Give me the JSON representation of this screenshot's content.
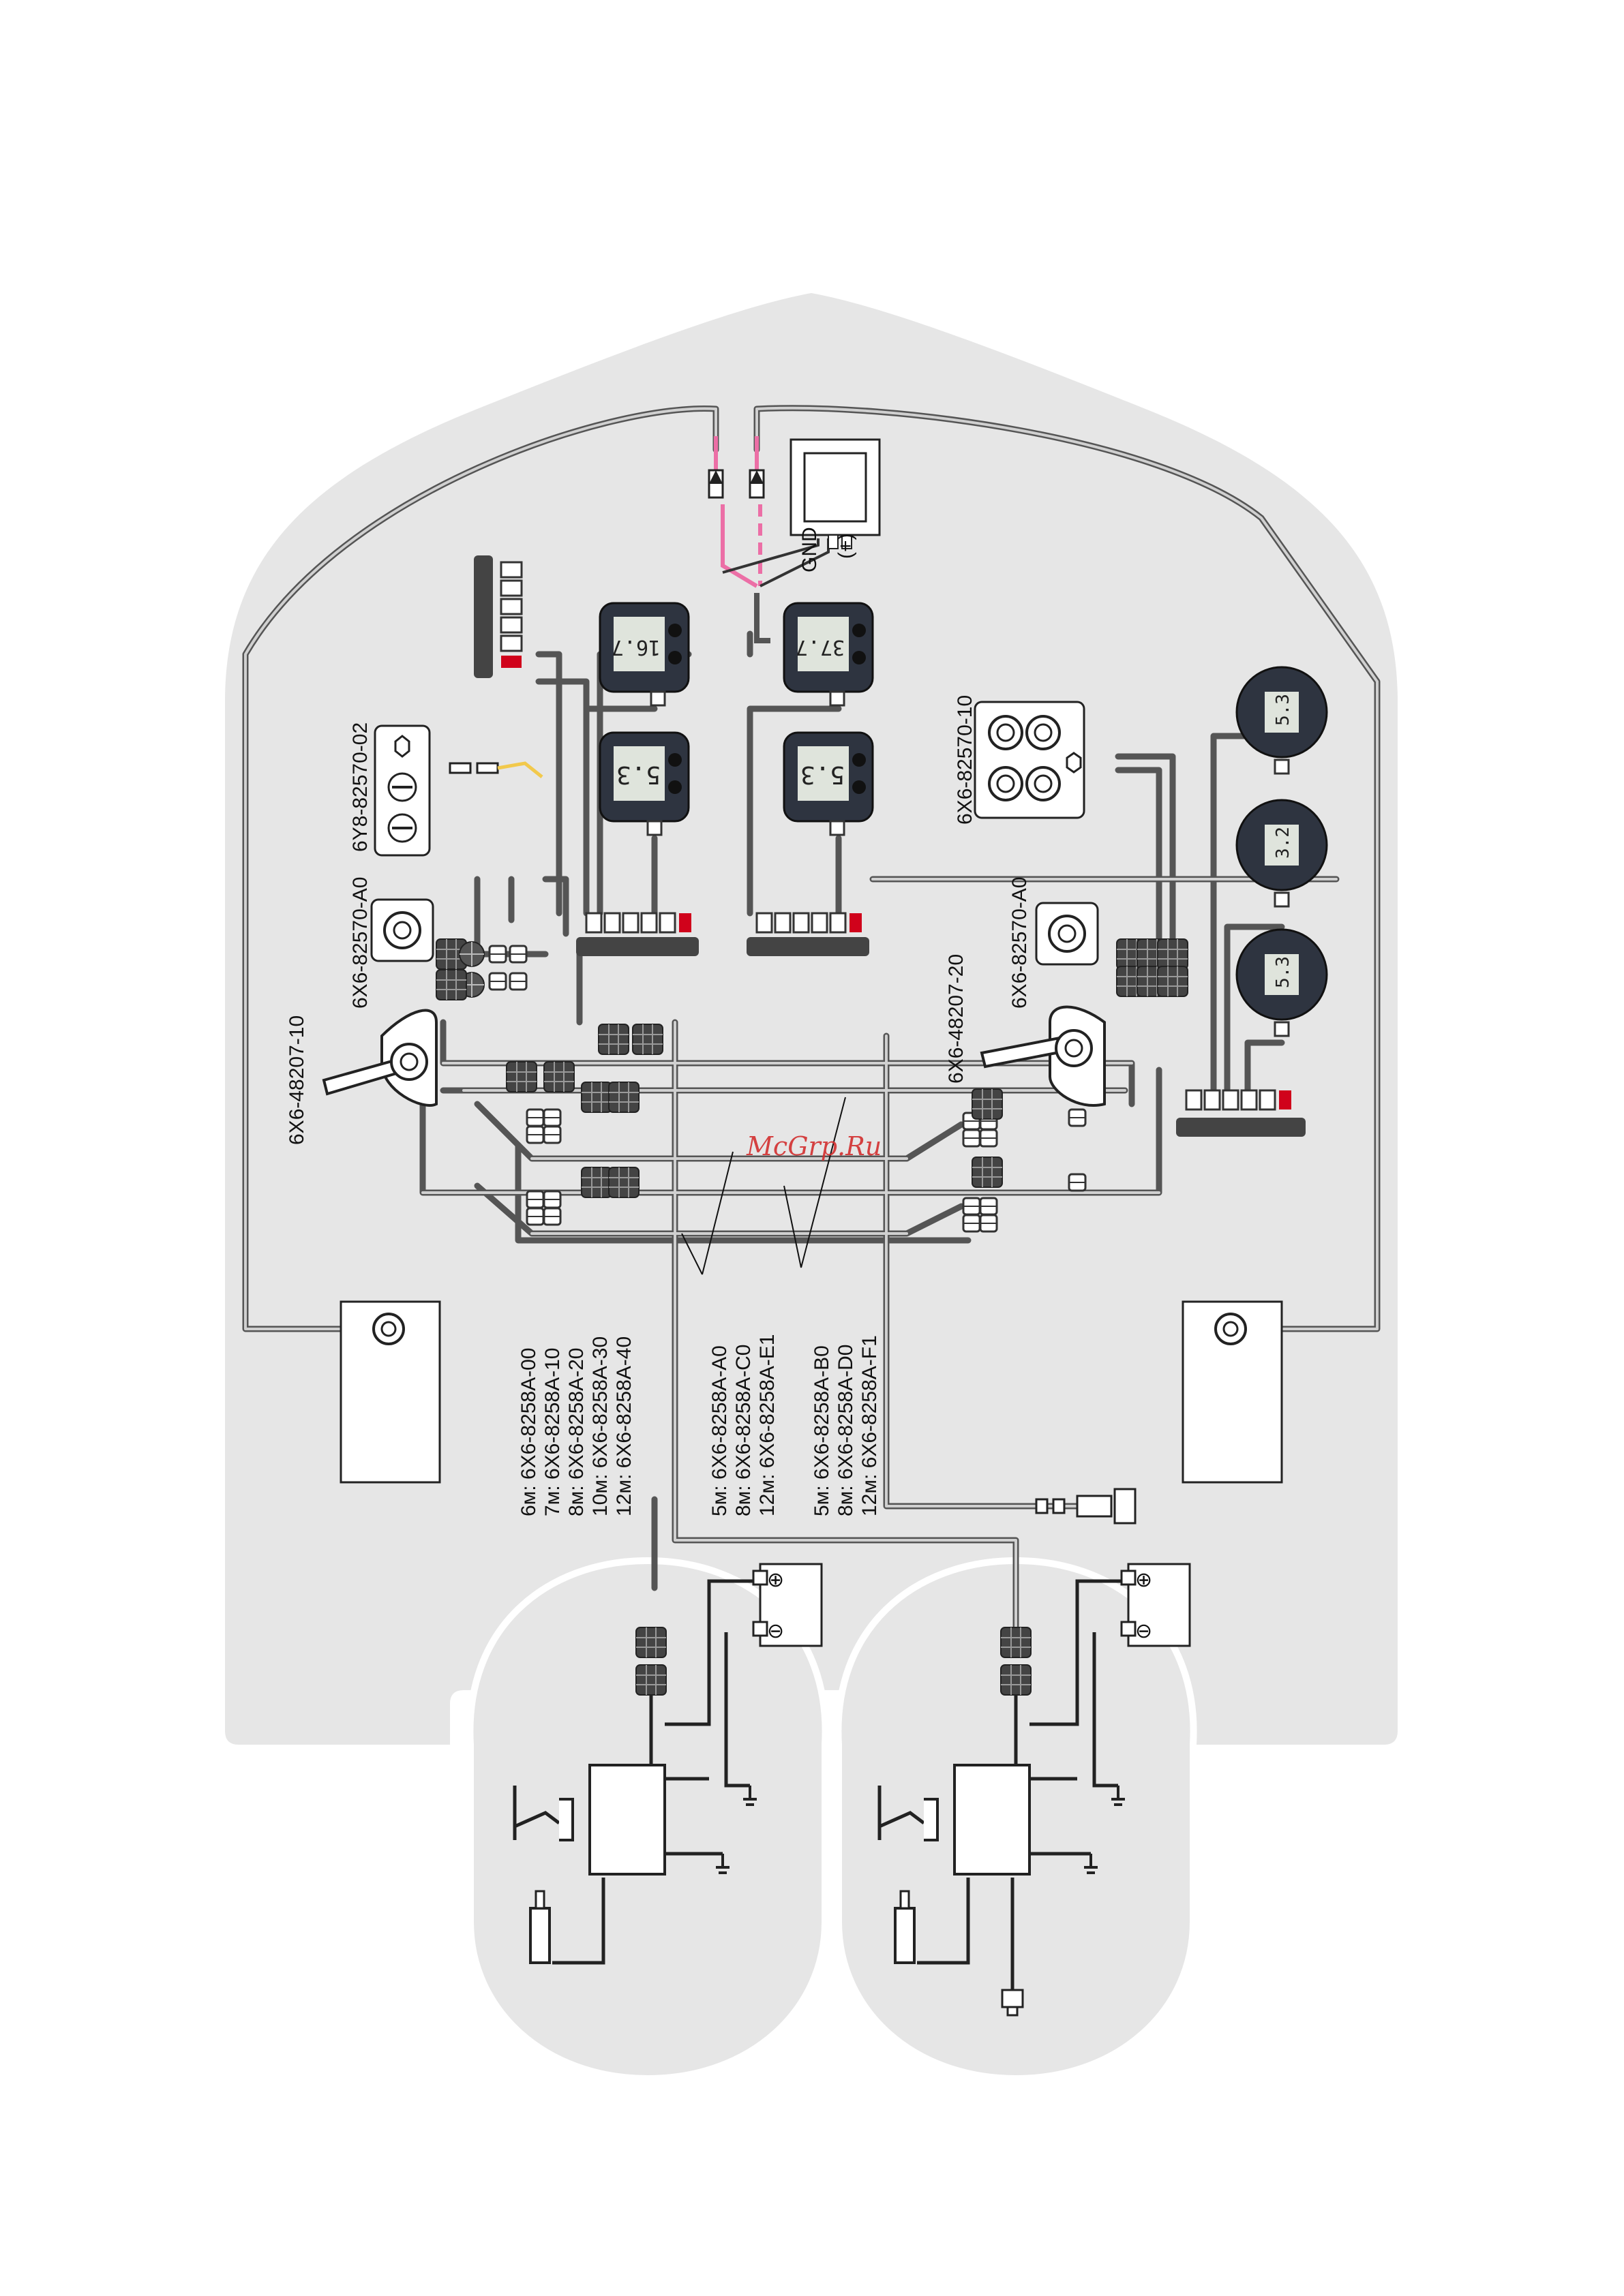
{
  "part_numbers": {
    "switch_panel_twin": "6Y8-82570-02",
    "switch_panel_single_left": "6X6-82570-A0",
    "switch_panel_quad": "6X6-82570-10",
    "switch_panel_single_right": "6X6-82570-A0",
    "control_left": "6X6-48207-10",
    "control_right": "6X6-48207-20"
  },
  "harness_list_1": [
    "6м: 6X6-8258A-00",
    "7м: 6X6-8258A-10",
    "8м: 6X6-8258A-20",
    "10м: 6X6-8258A-30",
    "12м: 6X6-8258A-40"
  ],
  "harness_list_2": [
    "5м: 6X6-8258A-A0",
    "8м: 6X6-8258A-C0",
    "12м: 6X6-8258A-E1"
  ],
  "harness_list_3": [
    "5м: 6X6-8258A-B0",
    "8м: 6X6-8258A-D0",
    "12м: 6X6-8258A-F1"
  ],
  "power_labels": {
    "gnd": "GND",
    "plus": "(+)"
  },
  "battery_labels": {
    "plus": "⊕",
    "minus": "⊖"
  },
  "watermark": "McGrp.Ru",
  "gauge_readouts": {
    "top_left": "16.7",
    "top_right": "37.7",
    "mid_left": "5.3",
    "mid_right": "5.3",
    "round_1": "5.3",
    "round_2": "3.2",
    "round_3": "5.3"
  },
  "colors": {
    "hull_fill": "#e6e6e6",
    "wire": "#7a7a7a",
    "wire_highlight": "#ec6fa6",
    "connector": "#444444",
    "indicator_red": "#d0021b"
  }
}
